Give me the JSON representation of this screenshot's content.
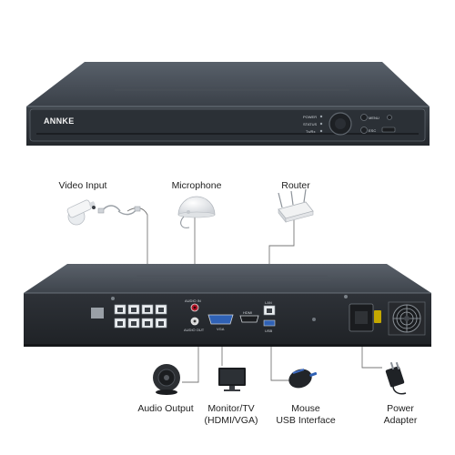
{
  "brand": "ANNKE",
  "front_panel": {
    "power": "POWER",
    "status": "STATUS",
    "tx_rx": "Tx/Rx",
    "menu": "MENU",
    "esc": "ESC"
  },
  "rear_panel": {
    "audio_in": "AUDIO IN",
    "audio_out": "AUDIO OUT",
    "vga": "VGA",
    "hdmi": "HDMI",
    "lan": "LAN",
    "usb": "USB"
  },
  "callouts": {
    "video_input": "Video Input",
    "microphone": "Microphone",
    "router": "Router",
    "audio_output": "Audio Output",
    "monitor_line1": "Monitor/TV",
    "monitor_line2": "(HDMI/VGA)",
    "mouse_line1": "Mouse",
    "mouse_line2": "USB Interface",
    "power_line1": "Power",
    "power_line2": "Adapter"
  }
}
